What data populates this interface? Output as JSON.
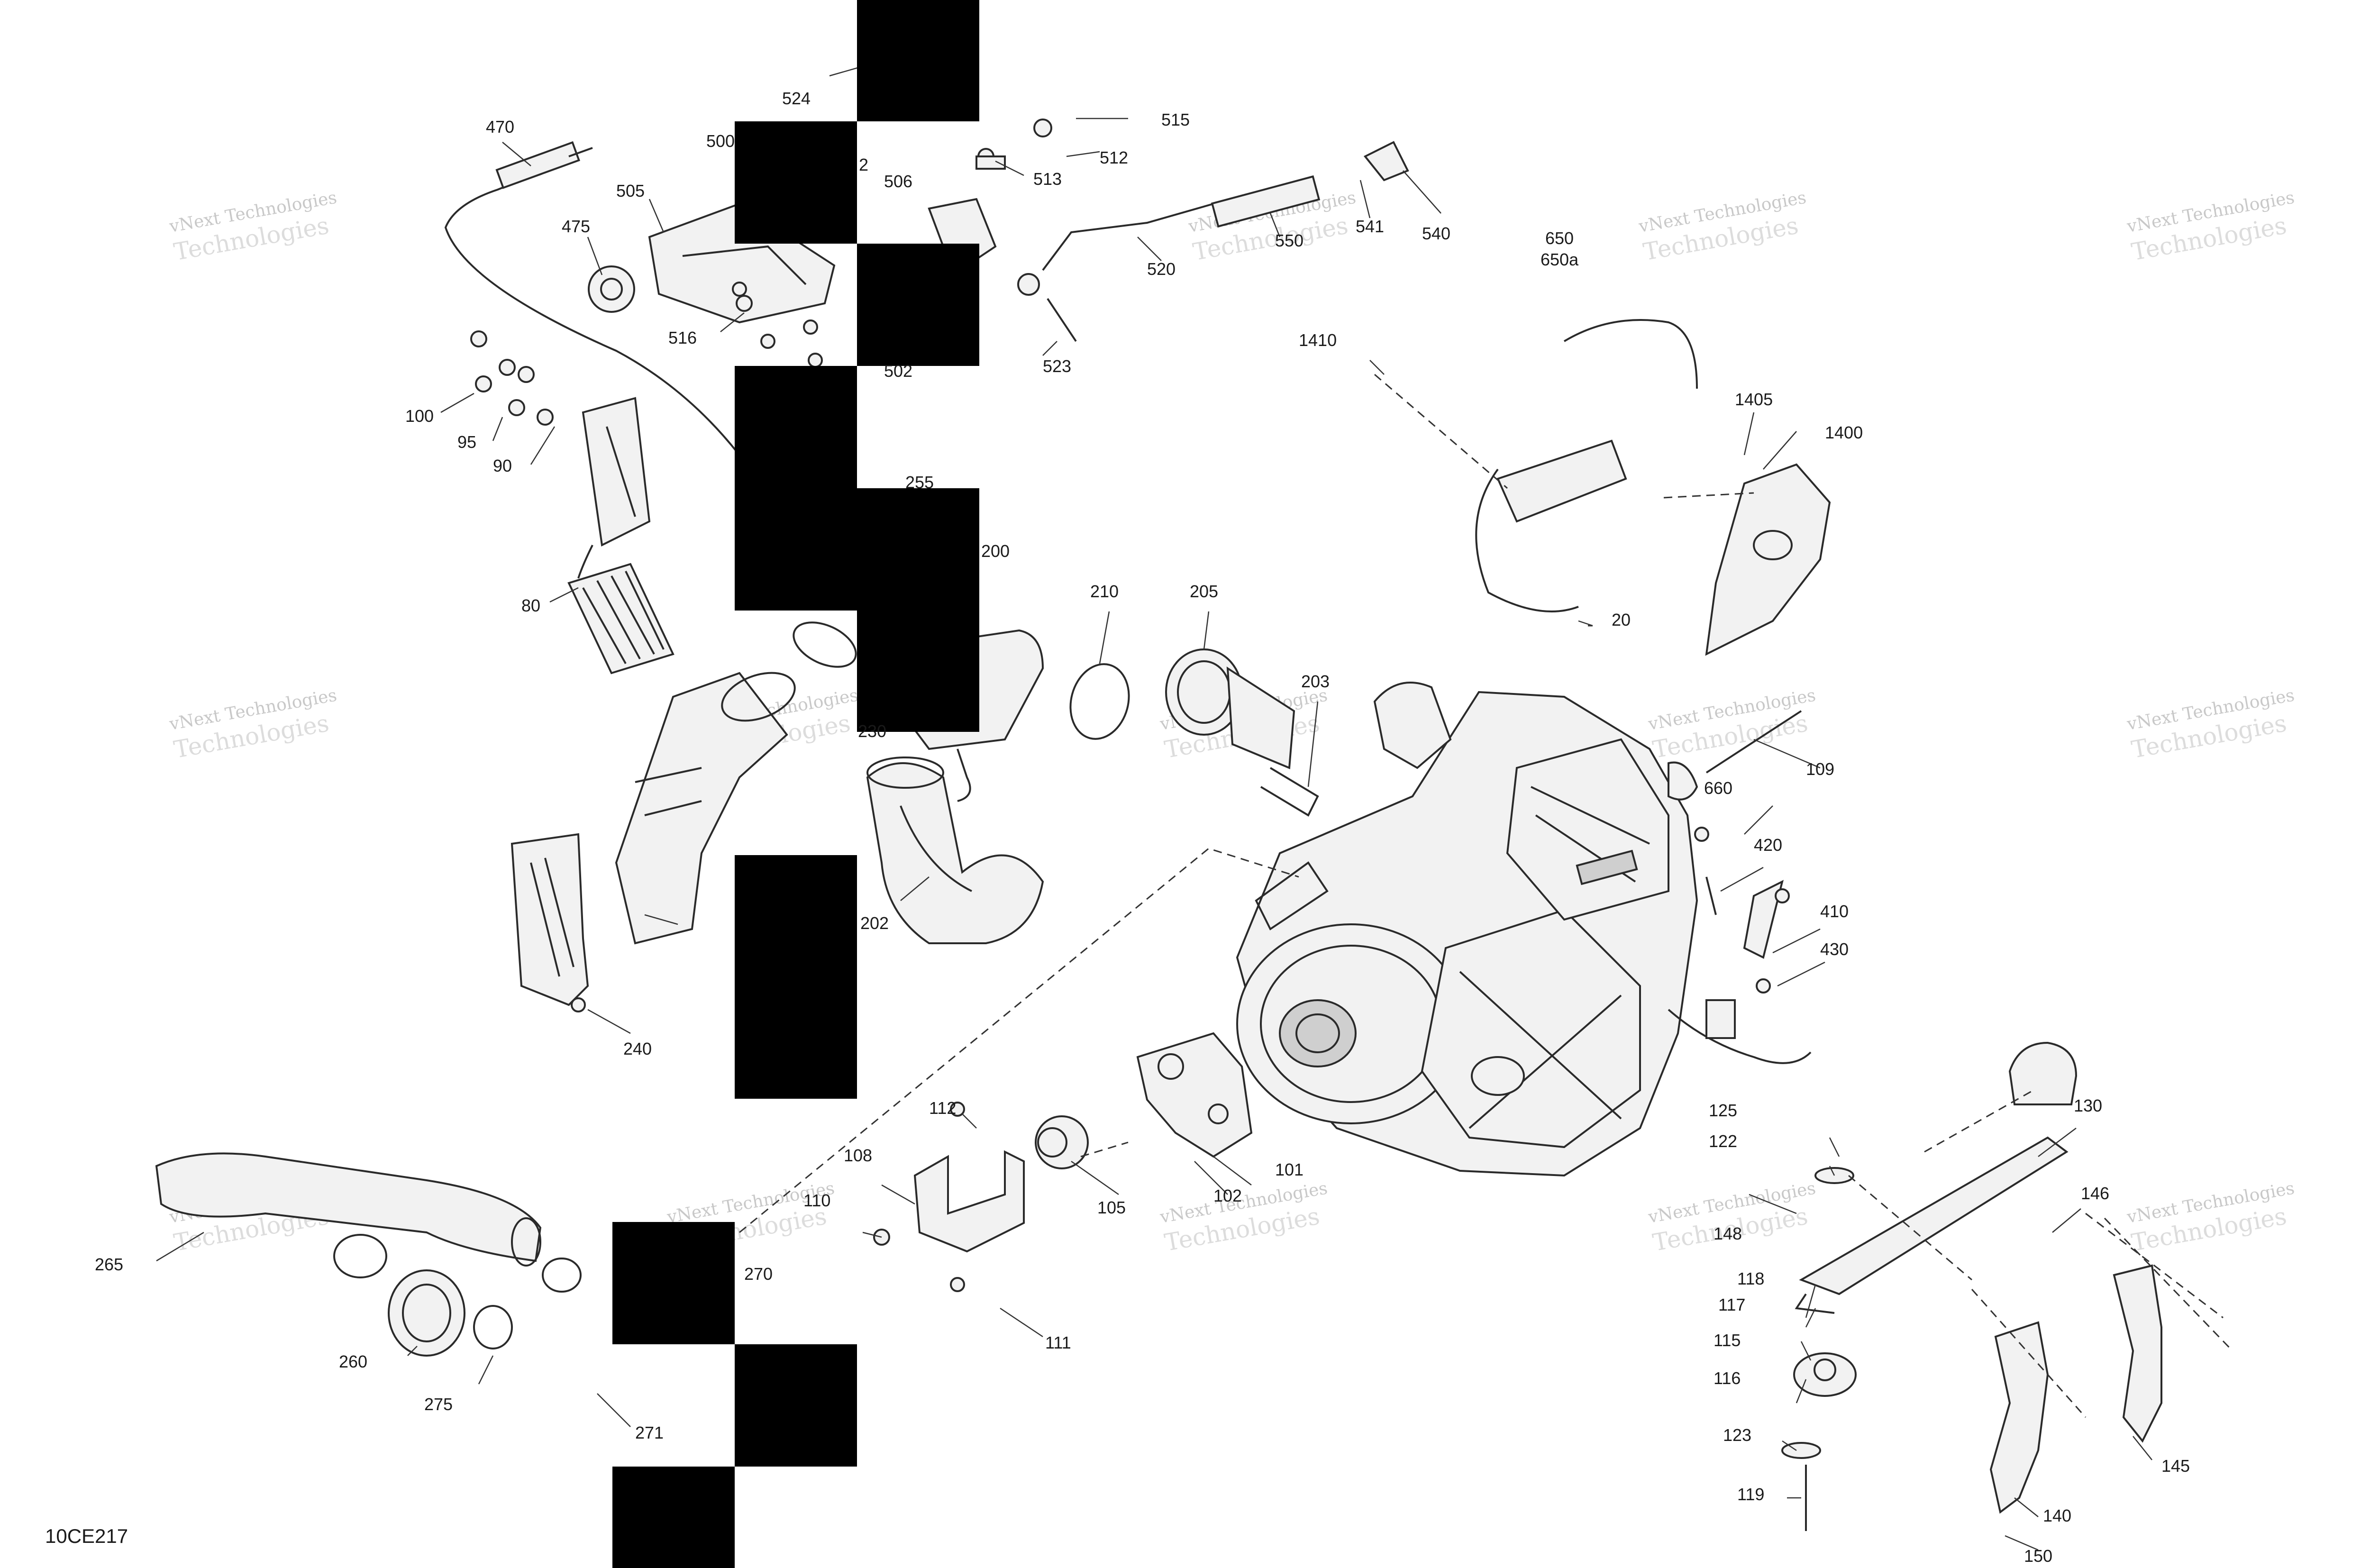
{
  "diagram": {
    "reference": "10CE217",
    "watermark_line1": "vNext Technologies",
    "watermark_line2": "Technologies",
    "callouts": [
      {
        "id": "470",
        "text": "470"
      },
      {
        "id": "500",
        "text": "500"
      },
      {
        "id": "524",
        "text": "524"
      },
      {
        "id": "515",
        "text": "515"
      },
      {
        "id": "512",
        "text": "512"
      },
      {
        "id": "513",
        "text": "513"
      },
      {
        "id": "506",
        "text": "506"
      },
      {
        "id": "2",
        "text": "2"
      },
      {
        "id": "505",
        "text": "505"
      },
      {
        "id": "475",
        "text": "475"
      },
      {
        "id": "541",
        "text": "541"
      },
      {
        "id": "540",
        "text": "540"
      },
      {
        "id": "550",
        "text": "550"
      },
      {
        "id": "520",
        "text": "520"
      },
      {
        "id": "516",
        "text": "516"
      },
      {
        "id": "523",
        "text": "523"
      },
      {
        "id": "502",
        "text": "502"
      },
      {
        "id": "650",
        "text": "650"
      },
      {
        "id": "650a",
        "text": "650a"
      },
      {
        "id": "1410",
        "text": "1410"
      },
      {
        "id": "1405",
        "text": "1405"
      },
      {
        "id": "1400",
        "text": "1400"
      },
      {
        "id": "100",
        "text": "100"
      },
      {
        "id": "95",
        "text": "95"
      },
      {
        "id": "90",
        "text": "90"
      },
      {
        "id": "255",
        "text": "255"
      },
      {
        "id": "200",
        "text": "200"
      },
      {
        "id": "80",
        "text": "80"
      },
      {
        "id": "210",
        "text": "210"
      },
      {
        "id": "205",
        "text": "205"
      },
      {
        "id": "20",
        "text": "20"
      },
      {
        "id": "203",
        "text": "203"
      },
      {
        "id": "230",
        "text": "230"
      },
      {
        "id": "109",
        "text": "109"
      },
      {
        "id": "660",
        "text": "660"
      },
      {
        "id": "420",
        "text": "420"
      },
      {
        "id": "410",
        "text": "410"
      },
      {
        "id": "430",
        "text": "430"
      },
      {
        "id": "202",
        "text": "202"
      },
      {
        "id": "240",
        "text": "240"
      },
      {
        "id": "130",
        "text": "130"
      },
      {
        "id": "125",
        "text": "125"
      },
      {
        "id": "122",
        "text": "122"
      },
      {
        "id": "112",
        "text": "112"
      },
      {
        "id": "108",
        "text": "108"
      },
      {
        "id": "110",
        "text": "110"
      },
      {
        "id": "101",
        "text": "101"
      },
      {
        "id": "102",
        "text": "102"
      },
      {
        "id": "105",
        "text": "105"
      },
      {
        "id": "146",
        "text": "146"
      },
      {
        "id": "148",
        "text": "148"
      },
      {
        "id": "265",
        "text": "265"
      },
      {
        "id": "270",
        "text": "270"
      },
      {
        "id": "118",
        "text": "118"
      },
      {
        "id": "117",
        "text": "117"
      },
      {
        "id": "111",
        "text": "111"
      },
      {
        "id": "115",
        "text": "115"
      },
      {
        "id": "260",
        "text": "260"
      },
      {
        "id": "116",
        "text": "116"
      },
      {
        "id": "275",
        "text": "275"
      },
      {
        "id": "271",
        "text": "271"
      },
      {
        "id": "145",
        "text": "145"
      },
      {
        "id": "123",
        "text": "123"
      },
      {
        "id": "140",
        "text": "140"
      },
      {
        "id": "119",
        "text": "119"
      },
      {
        "id": "150",
        "text": "150"
      }
    ]
  }
}
